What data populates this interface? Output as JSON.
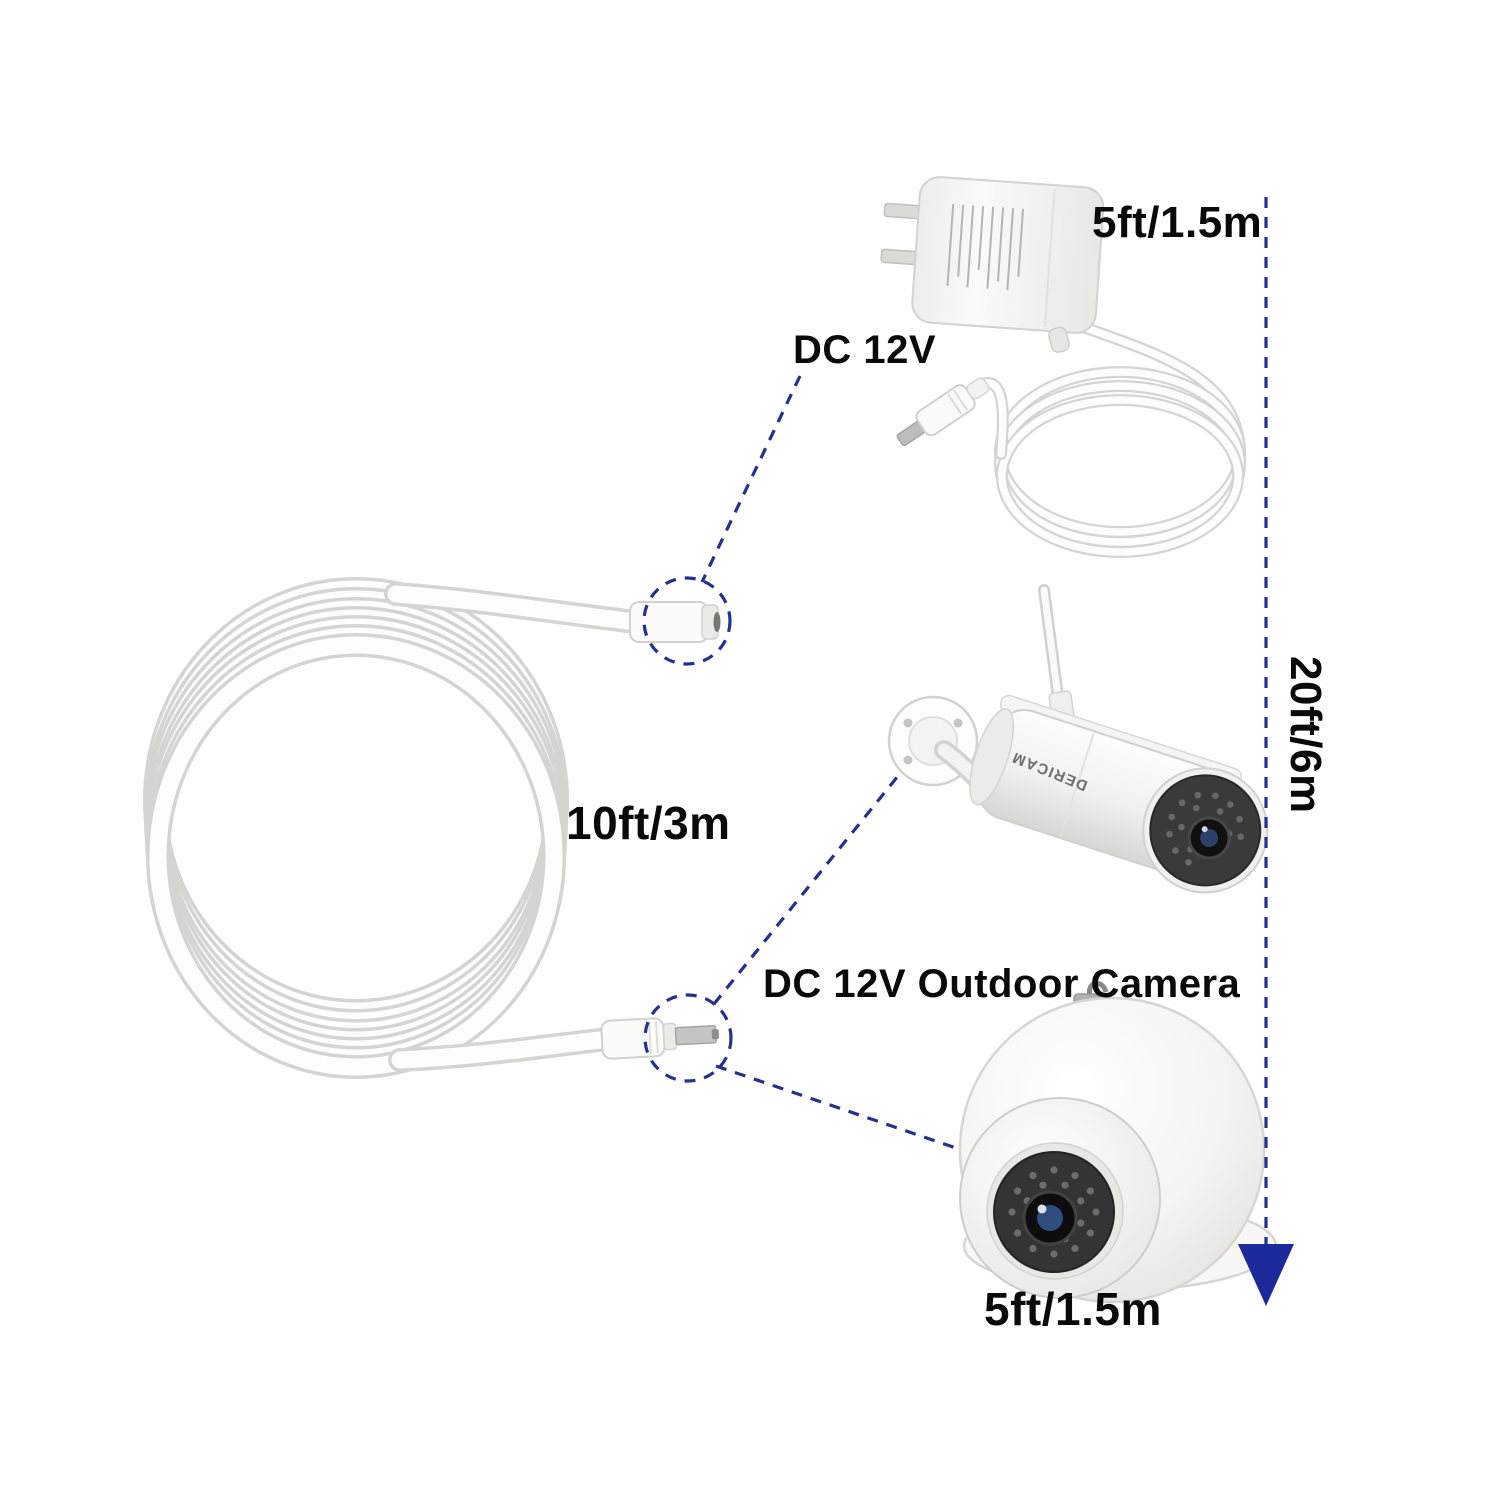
{
  "diagram": {
    "background_color": "#ffffff",
    "colors": {
      "dashed_line": "#232f92",
      "arrow": "#1d2a9c",
      "text": "#0a0a0a"
    },
    "labels": {
      "adapter_cable_length": "5ft/1.5m",
      "dc_connector": "DC 12V",
      "extension_cable_length": "10ft/3m",
      "camera_connector": "DC 12V Outdoor Camera",
      "total_length": "20ft/6m",
      "camera_cable_length": "5ft/1.5m"
    },
    "brand": "DERICAM"
  }
}
